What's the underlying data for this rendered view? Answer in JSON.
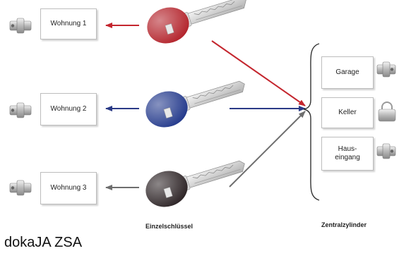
{
  "apartments": [
    {
      "label": "Wohnung 1",
      "key_color": "#b3232b"
    },
    {
      "label": "Wohnung 2",
      "key_color": "#243a8c"
    },
    {
      "label": "Wohnung 3",
      "key_color": "#2d2426"
    }
  ],
  "central_cylinders": [
    {
      "label": "Garage"
    },
    {
      "label": "Keller"
    },
    {
      "label": "Haus-\neingang"
    }
  ],
  "captions": {
    "single_keys": "Einzelschlüssel",
    "central_cylinders": "Zentralzylinder"
  },
  "product_name": "dokaJA ZSA",
  "arrow_colors": [
    "#c4262e",
    "#2a3a86",
    "#6e6e6e"
  ]
}
